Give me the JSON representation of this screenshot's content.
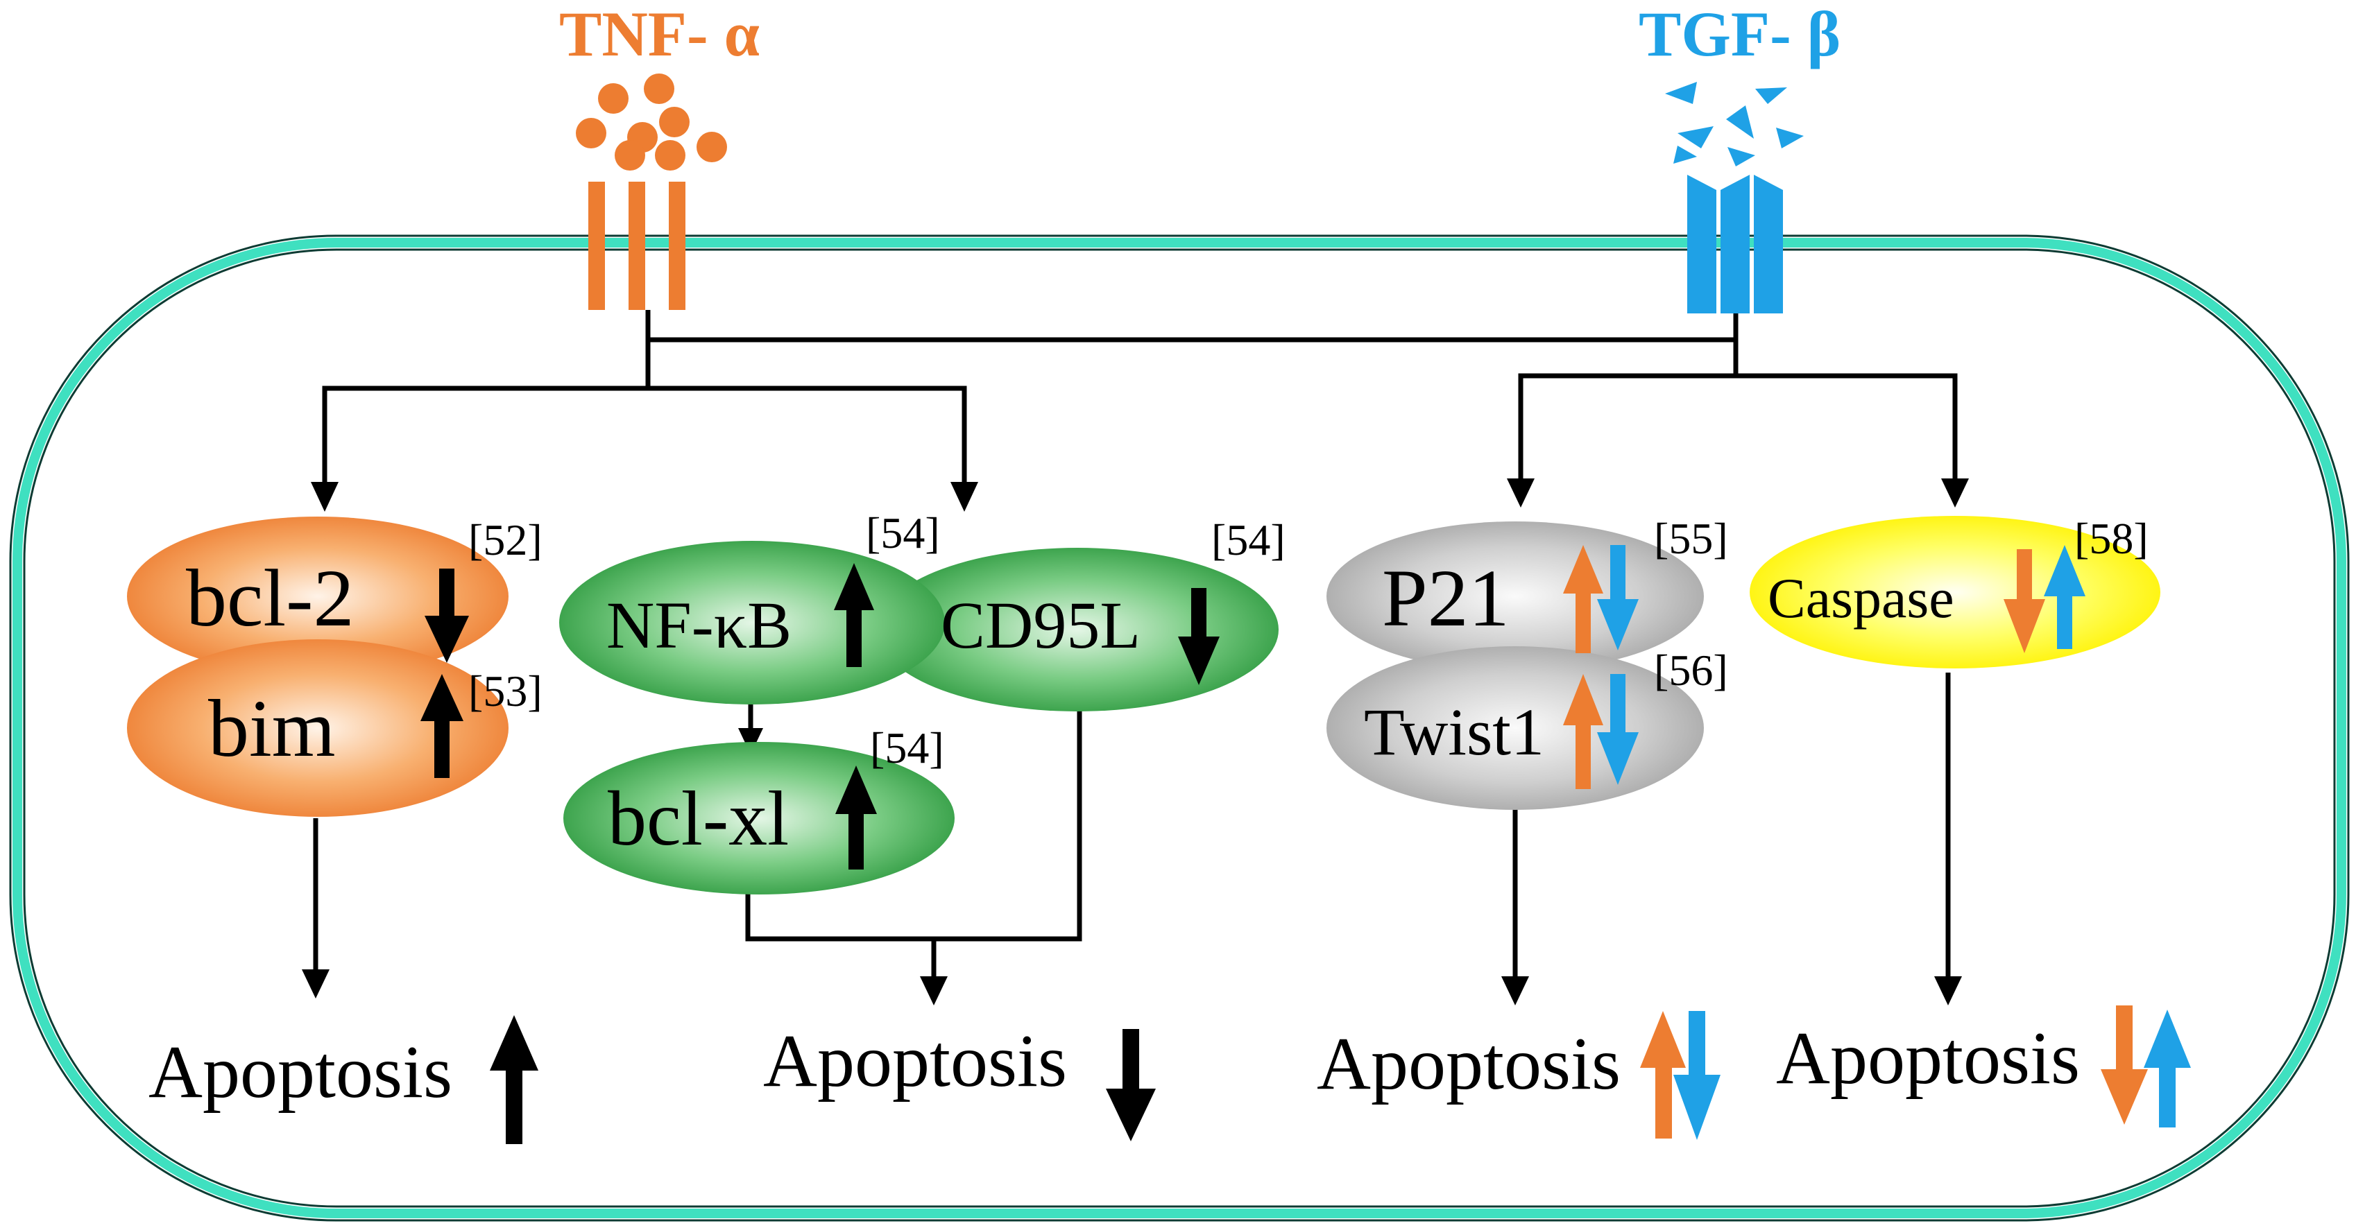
{
  "ligands": {
    "tnf": {
      "label": "TNF- α",
      "color": "#ED7D31"
    },
    "tgf": {
      "label": "TGF- β",
      "color": "#1FA1E6"
    }
  },
  "cell": {
    "membrane_color": "#3FE0C0"
  },
  "nodes": {
    "bcl2": {
      "label": "bcl-2",
      "ref": "[52]",
      "change": "down"
    },
    "bim": {
      "label": "bim",
      "ref": "[53]",
      "change": "up"
    },
    "nfkb": {
      "label": "NF-κB",
      "ref": "[54]",
      "change": "up"
    },
    "cd95l": {
      "label": "CD95L",
      "ref": "[54]",
      "change": "down"
    },
    "bclxl": {
      "label": "bcl-xl",
      "ref": "[54]",
      "change": "up"
    },
    "p21": {
      "label": "P21",
      "ref": "[55]",
      "change": "orange up / blue down"
    },
    "twist1": {
      "label": "Twist1",
      "ref": "[56]",
      "change": "orange up / blue down"
    },
    "caspase": {
      "label": "Caspase",
      "ref": "[58]",
      "change": "orange down / blue up"
    }
  },
  "outcomes": [
    {
      "label": "Apoptosis",
      "change": "up"
    },
    {
      "label": "Apoptosis",
      "change": "down"
    },
    {
      "label": "Apoptosis",
      "change": "orange up / blue down"
    },
    {
      "label": "Apoptosis",
      "change": "orange down / blue up"
    }
  ],
  "colors": {
    "orange": "#ED7D31",
    "blue": "#1FA1E6",
    "green": "#3BA34A",
    "gray": "#9E9E9E",
    "yellow": "#FFFF00"
  }
}
